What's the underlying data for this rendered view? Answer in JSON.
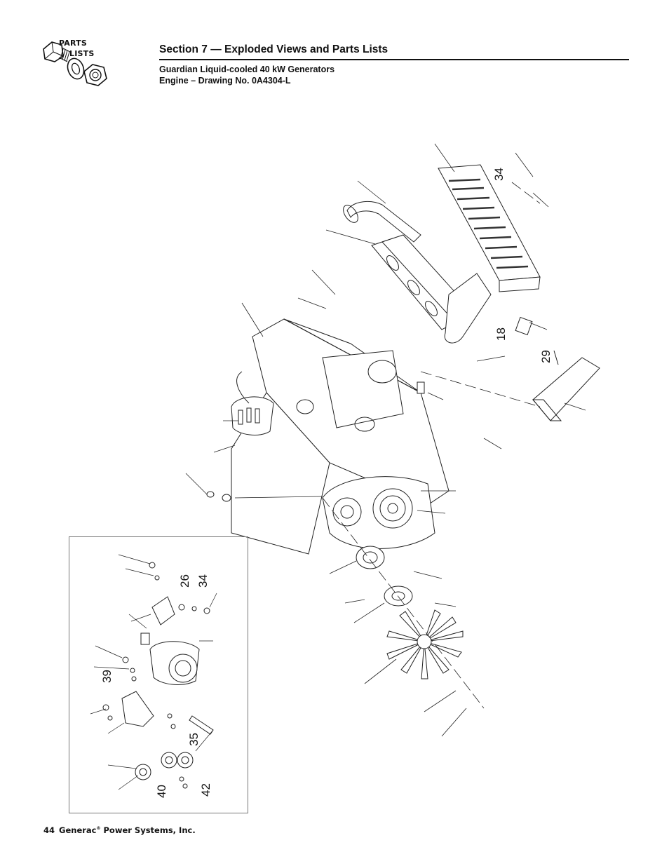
{
  "logo": {
    "line1": "PARTS",
    "line2": "LISTS"
  },
  "header": {
    "section_title": "Section 7 — Exploded Views and Parts Lists",
    "subtitle_line1": "Guardian Liquid-cooled 40 kW Generators",
    "subtitle_line2": "Engine – Drawing No. 0A4304-L"
  },
  "callouts": {
    "main": [
      "34",
      "18",
      "29"
    ],
    "inset": [
      "26",
      "34",
      "39",
      "35",
      "40",
      "42"
    ]
  },
  "footer": {
    "page_number": "44",
    "company": "Generac",
    "reg_mark": "®",
    "company_suffix": " Power Systems, Inc."
  }
}
